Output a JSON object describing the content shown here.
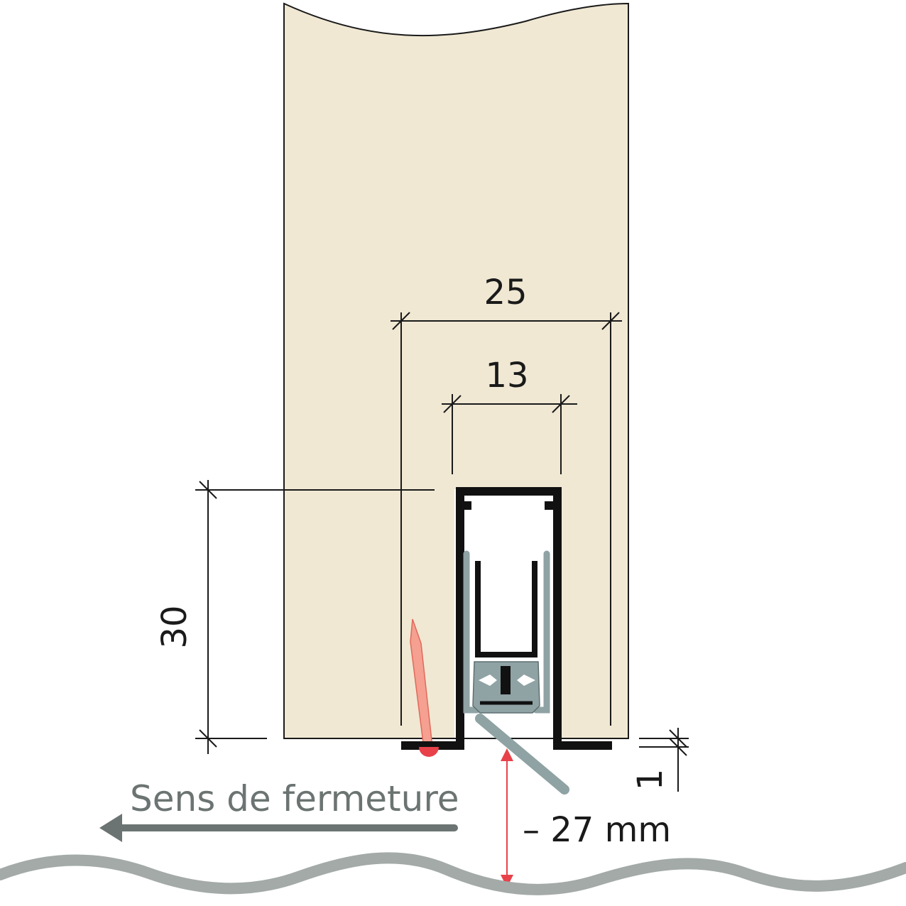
{
  "dimensions": {
    "overall_width": "25",
    "inner_width": "13",
    "height": "30",
    "gap": "1",
    "drop": "– 27 mm"
  },
  "direction_label": "Sens de fermeture",
  "colors": {
    "door": "#f0e8d3",
    "outline": "#1a1a1a",
    "profile": "#111111",
    "seal": "#8fa2a4",
    "nail": "#f5a090",
    "accent_red": "#e8414a",
    "floor": "#a3aaa8",
    "arrow": "#6b7472"
  }
}
